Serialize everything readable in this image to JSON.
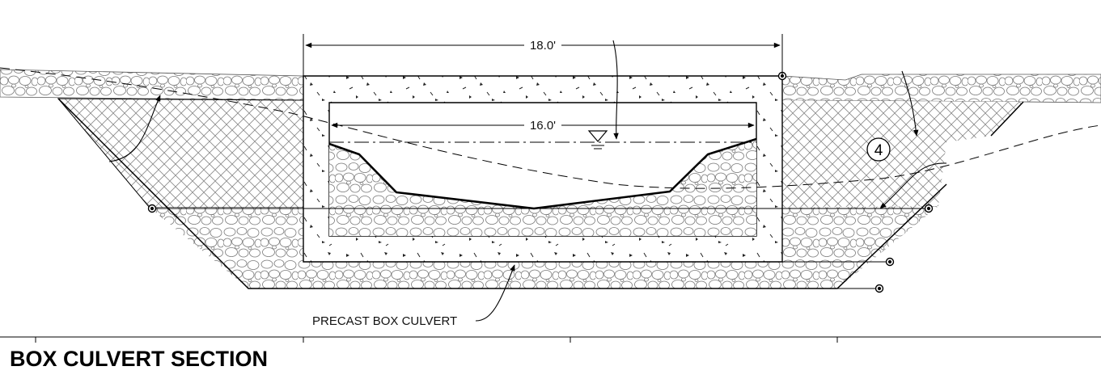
{
  "title": "BOX CULVERT SECTION",
  "dimensions": {
    "outer_width": "18.0'",
    "inner_width": "16.0'"
  },
  "labels": {
    "culvert": "PRECAST BOX CULVERT",
    "callout_number": "4"
  },
  "symbols": {
    "water_surface": "water-surface-triangle-icon",
    "bolt": "survey-point-icon"
  },
  "colors": {
    "line": "#000000",
    "hatch": "#8a8a8a",
    "paper": "#ffffff"
  }
}
